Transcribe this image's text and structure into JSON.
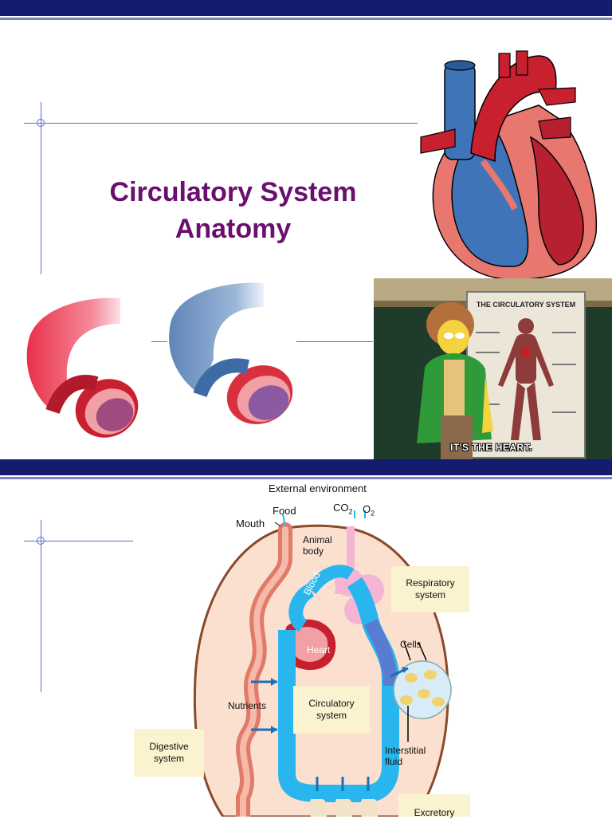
{
  "slide1": {
    "title_line1": "Circulatory System",
    "title_line2": "Anatomy",
    "cartoon": {
      "poster_title": "THE CIRCULATORY SYSTEM",
      "subtitle": "IT'S THE HEART."
    }
  },
  "slide2": {
    "diagram": {
      "external_environment": "External environment",
      "food": "Food",
      "mouth": "Mouth",
      "co2": "CO",
      "co2_sub": "2",
      "o2": "O",
      "o2_sub": "2",
      "animal_body_1": "Animal",
      "animal_body_2": "body",
      "blood": "Blood",
      "heart": "Heart",
      "respiratory_1": "Respiratory",
      "respiratory_2": "system",
      "cells": "Cells",
      "nutrients": "Nutrients",
      "circulatory_1": "Circulatory",
      "circulatory_2": "system",
      "digestive_1": "Digestive",
      "digestive_2": "system",
      "interstitial_1": "Interstitial",
      "interstitial_2": "fluid",
      "excretory": "Excretory"
    }
  },
  "colors": {
    "title": "#6b0f6f",
    "bar": "#141c6e",
    "guide": "#5a6ad8",
    "vessel_blue": "#29b6ef",
    "body_fill": "#fbe0cf"
  }
}
